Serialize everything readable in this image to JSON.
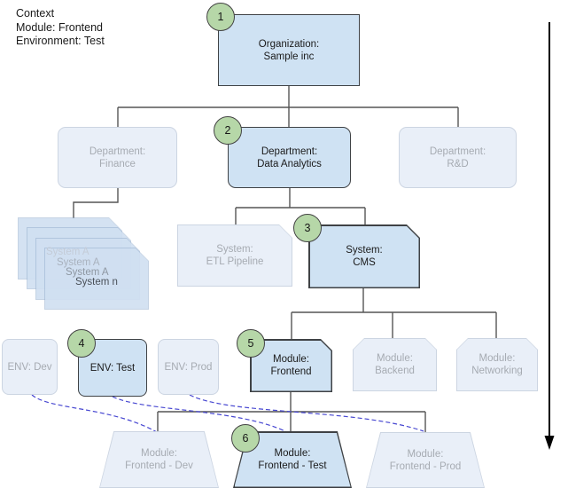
{
  "context": {
    "lines": [
      "Context",
      "Module: Frontend",
      "Environment: Test"
    ]
  },
  "nodes": {
    "org": {
      "badge": "1",
      "line1": "Organization:",
      "line2": "Sample inc"
    },
    "finance": {
      "line1": "Department:",
      "line2": "Finance"
    },
    "data_analytics": {
      "badge": "2",
      "line1": "Department:",
      "line2": "Data Analytics"
    },
    "rd": {
      "line1": "Department:",
      "line2": "R&D"
    },
    "stack": {
      "lines": [
        "System A",
        "System A",
        "System A",
        "System n"
      ]
    },
    "etl": {
      "line1": "System:",
      "line2": "ETL Pipeline"
    },
    "cms": {
      "badge": "3",
      "line1": "System:",
      "line2": "CMS"
    },
    "env_dev": {
      "line1": "ENV: Dev"
    },
    "env_test": {
      "badge": "4",
      "line1": "ENV: Test"
    },
    "env_prod": {
      "line1": "ENV: Prod"
    },
    "mod_frontend": {
      "badge": "5",
      "line1": "Module:",
      "line2": "Frontend"
    },
    "mod_backend": {
      "line1": "Module:",
      "line2": "Backend"
    },
    "mod_networking": {
      "line1": "Module:",
      "line2": "Networking"
    },
    "trap_dev": {
      "line1": "Module:",
      "line2": "Frontend - Dev"
    },
    "trap_test": {
      "badge": "6",
      "line1": "Module:",
      "line2": "Frontend - Test"
    },
    "trap_prod": {
      "line1": "Module:",
      "line2": "Frontend - Prod"
    }
  },
  "colors": {
    "accent_fill": "#cfe2f3",
    "accent_border": "#3f4245",
    "faded_fill": "#e9eff8",
    "faded_border": "#ccd5e2",
    "faded_text": "#a6abb2",
    "badge_fill": "#b6d7a8",
    "badge_border": "#434343",
    "connector": "#555555",
    "flow_dashed": "#4747d1",
    "arrow": "#000000"
  }
}
